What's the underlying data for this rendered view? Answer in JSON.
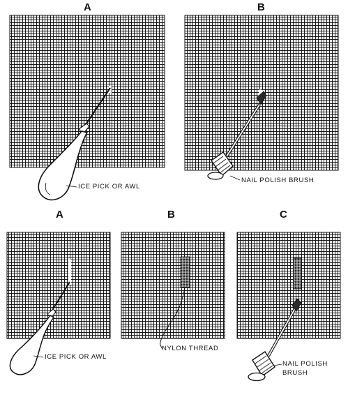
{
  "top_row": {
    "panel_a": {
      "letter": "A",
      "label": "ICE PICK OR AWL",
      "tool": "awl-icon"
    },
    "panel_b": {
      "letter": "B",
      "label": "NAIL POLISH BRUSH",
      "tool": "nail-polish-brush-icon"
    }
  },
  "bottom_row": {
    "panel_a": {
      "letter": "A",
      "label": "ICE PICK OR AWL",
      "tool": "awl-icon"
    },
    "panel_b": {
      "letter": "B",
      "label": "NYLON THREAD",
      "tool": "thread-icon"
    },
    "panel_c": {
      "letter": "C",
      "label_line1": "NAIL POLISH",
      "label_line2": "BRUSH",
      "tool": "nail-polish-brush-icon"
    }
  },
  "colors": {
    "ink": "#111111",
    "paper": "#ffffff"
  }
}
